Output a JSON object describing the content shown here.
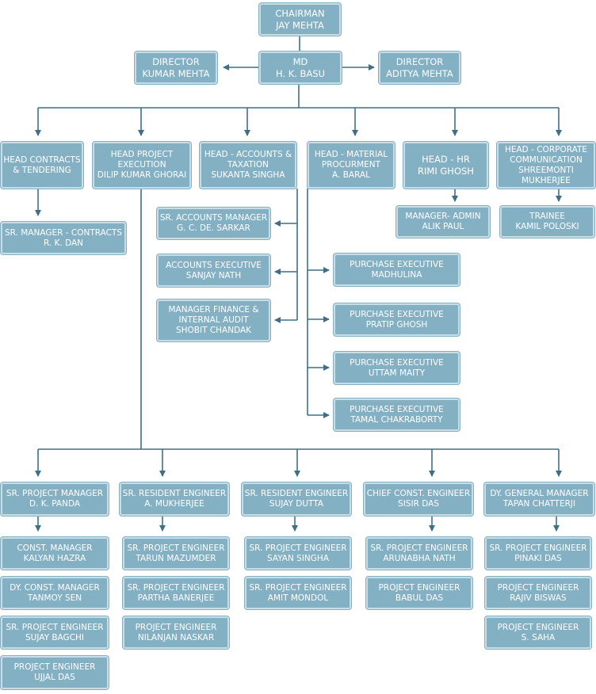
{
  "chairman": {
    "line1": "CHAIRMAN",
    "line2": "JAY MEHTA"
  },
  "md": {
    "line1": "MD",
    "line2": "H. K. BASU"
  },
  "director_left": {
    "line1": "DIRECTOR",
    "line2": "KUMAR MEHTA"
  },
  "director_right": {
    "line1": "DIRECTOR",
    "line2": "ADITYA MEHTA"
  },
  "heads": {
    "contracts": {
      "line1": "HEAD CONTRACTS",
      "line2": "& TENDERING"
    },
    "project": {
      "line1": "HEAD PROJECT",
      "line2": "EXECUTION",
      "line3": "DILIP KUMAR GHORAI"
    },
    "accounts": {
      "line1": "HEAD - ACCOUNTS &",
      "line2": "TAXATION",
      "line3": "SUKANTA SINGHA"
    },
    "material": {
      "line1": "HEAD - MATERIAL",
      "line2": "PROCURMENT",
      "line3": "A. BARAL"
    },
    "hr": {
      "line1": "HEAD - HR",
      "line2": "RIMI GHOSH"
    },
    "corporate": {
      "line1": "HEAD - CORPORATE",
      "line2": "COMMUNICATION",
      "line3": "SHREEMONTI",
      "line4": "MUKHERJEE"
    }
  },
  "contracts_manager": {
    "line1": "SR. MANAGER - CONTRACTS",
    "line2": "R. K. DAN"
  },
  "hr_manager": {
    "line1": "MANAGER- ADMIN",
    "line2": "ALIK PAUL"
  },
  "trainee": {
    "line1": "TRAINEE",
    "line2": "KAMIL POLOSKI"
  },
  "accounts_staff": [
    {
      "line1": "SR. ACCOUNTS MANAGER",
      "line2": "G. C. DE. SARKAR"
    },
    {
      "line1": "ACCOUNTS EXECUTIVE",
      "line2": "SANJAY NATH"
    },
    {
      "line1": "MANAGER FINANCE &",
      "line2": "INTERNAL AUDIT",
      "line3": "SHOBIT CHANDAK"
    }
  ],
  "purchase_staff": [
    {
      "line1": "PURCHASE EXECUTIVE",
      "line2": "MADHULINA"
    },
    {
      "line1": "PURCHASE EXECUTIVE",
      "line2": "PRATIP GHOSH"
    },
    {
      "line1": "PURCHASE EXECUTIVE",
      "line2": "UTTAM MAITY"
    },
    {
      "line1": "PURCHASE EXECUTIVE",
      "line2": "TAMAL CHAKRABORTY"
    }
  ],
  "project_columns": [
    {
      "head": {
        "line1": "SR. PROJECT MANAGER",
        "line2": "D. K. PANDA"
      },
      "members": [
        {
          "line1": "CONST. MANAGER",
          "line2": "KALYAN HAZRA"
        },
        {
          "line1": "DY. CONST. MANAGER",
          "line2": "TANMOY SEN"
        },
        {
          "line1": "SR. PROJECT ENGINEER",
          "line2": "SUJAY BAGCHI"
        },
        {
          "line1": "PROJECT ENGINEER",
          "line2": "UJJAL DAS"
        }
      ]
    },
    {
      "head": {
        "line1": "SR. RESIDENT ENGINEER",
        "line2": "A. MUKHERJEE"
      },
      "members": [
        {
          "line1": "SR. PROJECT ENGINEER",
          "line2": "TARUN MAZUMDER"
        },
        {
          "line1": "SR. PROJECT ENGINEER",
          "line2": "PARTHA BANERJEE"
        },
        {
          "line1": "PROJECT ENGINEER",
          "line2": "NILANJAN NASKAR"
        }
      ]
    },
    {
      "head": {
        "line1": "SR. RESIDENT ENGINEER",
        "line2": "SUJAY DUTTA"
      },
      "members": [
        {
          "line1": "SR. PROJECT ENGINEER",
          "line2": "SAYAN SINGHA"
        },
        {
          "line1": "SR. PROJECT ENGINEER",
          "line2": "AMIT MONDOL"
        }
      ]
    },
    {
      "head": {
        "line1": "CHIEF CONST. ENGINEER",
        "line2": "SISIR DAS"
      },
      "members": [
        {
          "line1": "SR. PROJECT ENGINEER",
          "line2": "ARUNABHA NATH"
        },
        {
          "line1": "PROJECT ENGINEER",
          "line2": "BABUL DAS"
        }
      ]
    },
    {
      "head": {
        "line1": "DY. GENERAL MANAGER",
        "line2": "TAPAN CHATTERJI"
      },
      "members": [
        {
          "line1": "SR. PROJECT ENGINEER",
          "line2": "PINAKI DAS"
        },
        {
          "line1": "PROJECT ENGINEER",
          "line2": "RAJIV BISWAS"
        },
        {
          "line1": "PROJECT ENGINEER",
          "line2": "S. SAHA"
        }
      ]
    }
  ],
  "colors": {
    "box_fill": "#84b0c4",
    "box_border": "#c9dde6",
    "line": "#3f6f86",
    "text": "#ffffff"
  }
}
